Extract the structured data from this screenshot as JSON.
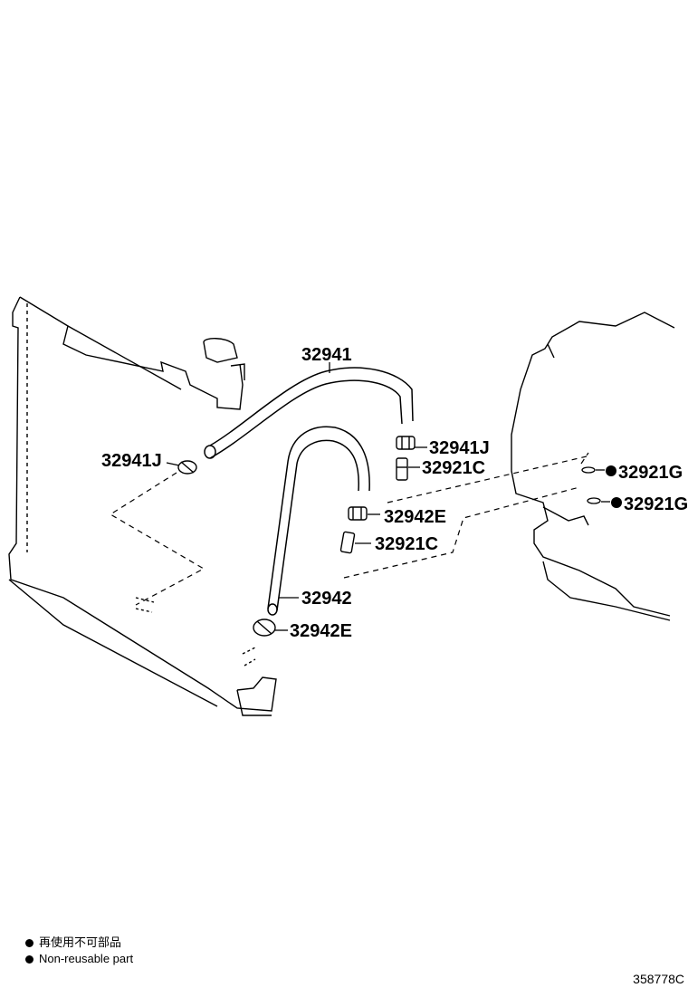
{
  "labels": {
    "hose_upper": "32941",
    "clamp_upper_left": "32941J",
    "clamp_upper_right": "32941J",
    "union_upper": "32921C",
    "gasket_upper": "32921G",
    "gasket_lower": "32921G",
    "clamp_lower_right": "32942E",
    "union_lower": "32921C",
    "hose_lower": "32942",
    "clamp_lower_left": "32942E"
  },
  "legend": {
    "line1": "再使用不可部品",
    "line2": "Non-reusable part"
  },
  "reference_code": "358778C"
}
